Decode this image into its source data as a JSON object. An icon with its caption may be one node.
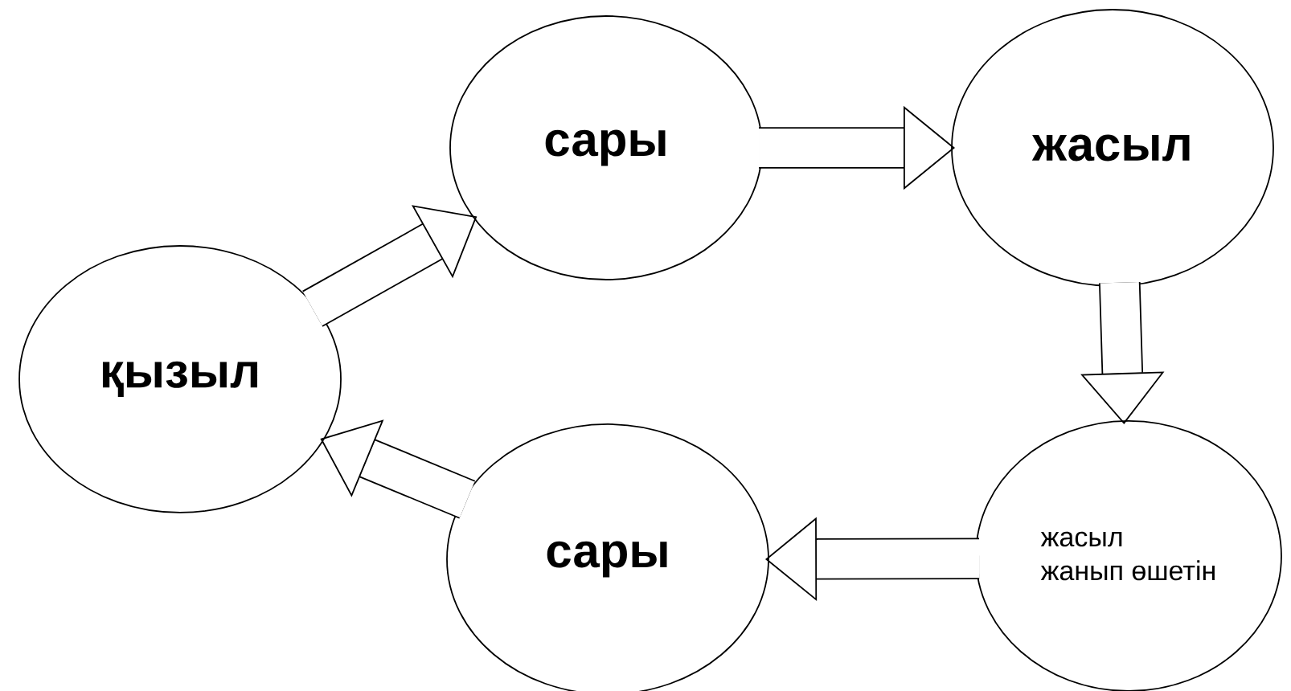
{
  "diagram": {
    "nodes": [
      {
        "text": [
          "қызыл"
        ]
      },
      {
        "text": [
          "сары"
        ]
      },
      {
        "text": [
          "жасыл"
        ]
      },
      {
        "text": [
          "жасыл",
          "жанып өшетін"
        ]
      },
      {
        "text": [
          "сары"
        ]
      }
    ],
    "edges": [
      {
        "from": 0,
        "to": 1,
        "arrow": "to"
      },
      {
        "from": 1,
        "to": 2,
        "arrow": "to"
      },
      {
        "from": 2,
        "to": 3,
        "arrow": "to"
      },
      {
        "from": 3,
        "to": 4,
        "arrow": "to"
      },
      {
        "from": 4,
        "to": 0,
        "arrow": "to"
      }
    ]
  }
}
